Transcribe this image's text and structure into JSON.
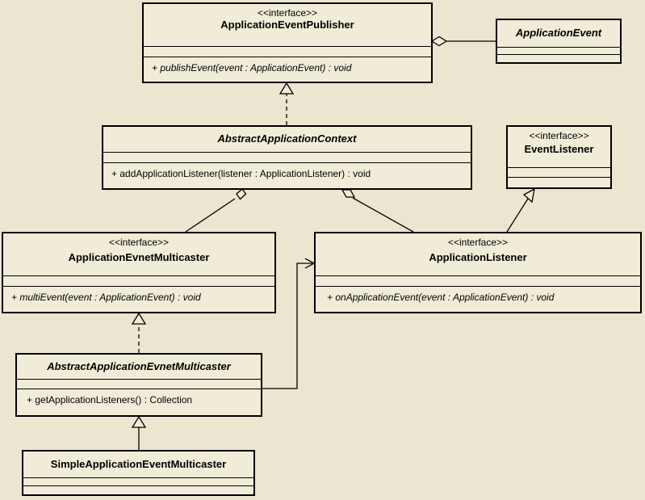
{
  "classes": {
    "publisher": {
      "stereotype": "<<interface>>",
      "name": "ApplicationEventPublisher",
      "operation": "+ publishEvent(event : ApplicationEvent) : void"
    },
    "event": {
      "name": "ApplicationEvent"
    },
    "context": {
      "name": "AbstractApplicationContext",
      "operation": "+ addApplicationListener(listener : ApplicationListener) : void"
    },
    "eventListener": {
      "stereotype": "<<interface>>",
      "name": "EventListener"
    },
    "multicaster": {
      "stereotype": "<<interface>>",
      "name": "ApplicationEvnetMulticaster",
      "operation": "+ multiEvent(event : ApplicationEvent) : void"
    },
    "appListener": {
      "stereotype": "<<interface>>",
      "name": "ApplicationListener",
      "operation": "+ onApplicationEvent(event : ApplicationEvent) : void"
    },
    "abstractMulticaster": {
      "name": "AbstractApplicationEvnetMulticaster",
      "operation": "+ getApplicationListeners() : Collection"
    },
    "simpleMulticaster": {
      "name": "SimpleApplicationEventMulticaster"
    }
  }
}
